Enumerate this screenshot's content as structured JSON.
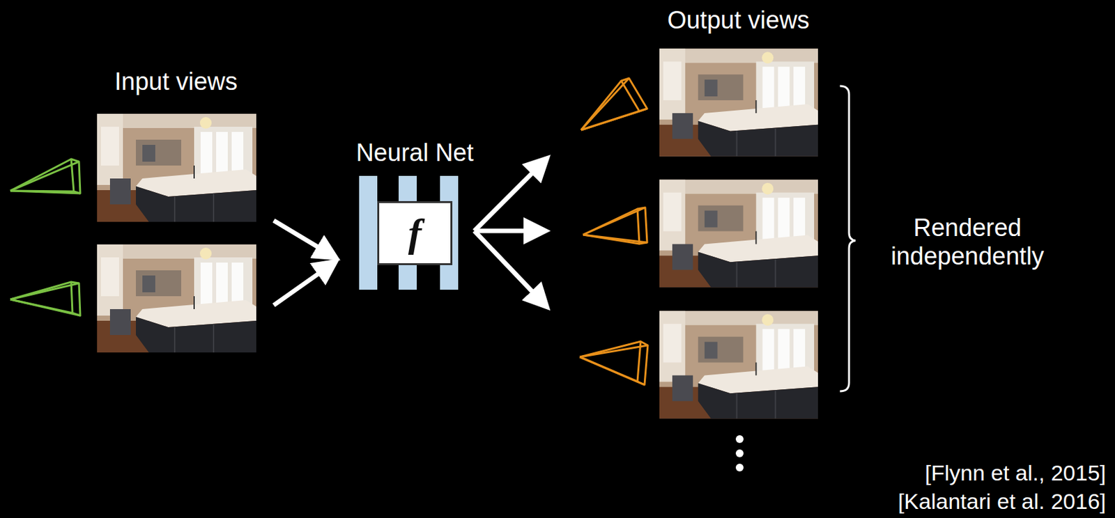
{
  "diagram": {
    "nodes": [
      {
        "text": [
          "Neural Net",
          "f"
        ]
      }
    ],
    "labels": [
      "Input views",
      "Output views",
      "Rendered independently",
      "[Flynn et al., 2015]",
      "[Kalantari et al. 2016]"
    ]
  }
}
